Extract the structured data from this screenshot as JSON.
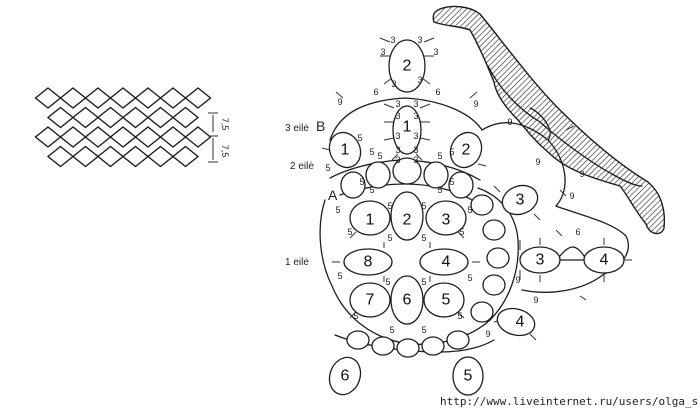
{
  "grid": {
    "dim_top": "7,5",
    "dim_bottom": "7,5"
  },
  "labels": {
    "row3": "3 eilė",
    "row2": "2 eilė",
    "row1": "1 eilė",
    "point_a": "A",
    "point_b": "B"
  },
  "center_rings": [
    "1",
    "2",
    "3",
    "4",
    "5",
    "6",
    "7",
    "8"
  ],
  "row2_rings": [
    "1",
    "2",
    "3",
    "4",
    "3",
    "4",
    "5",
    "6"
  ],
  "top_rings": [
    "2",
    "1"
  ],
  "picot_counts": {
    "p3": "3",
    "p5": "5",
    "p6": "6",
    "p9": "9"
  },
  "watermark": "http://www.liveinternet.ru/users/olga_san/"
}
